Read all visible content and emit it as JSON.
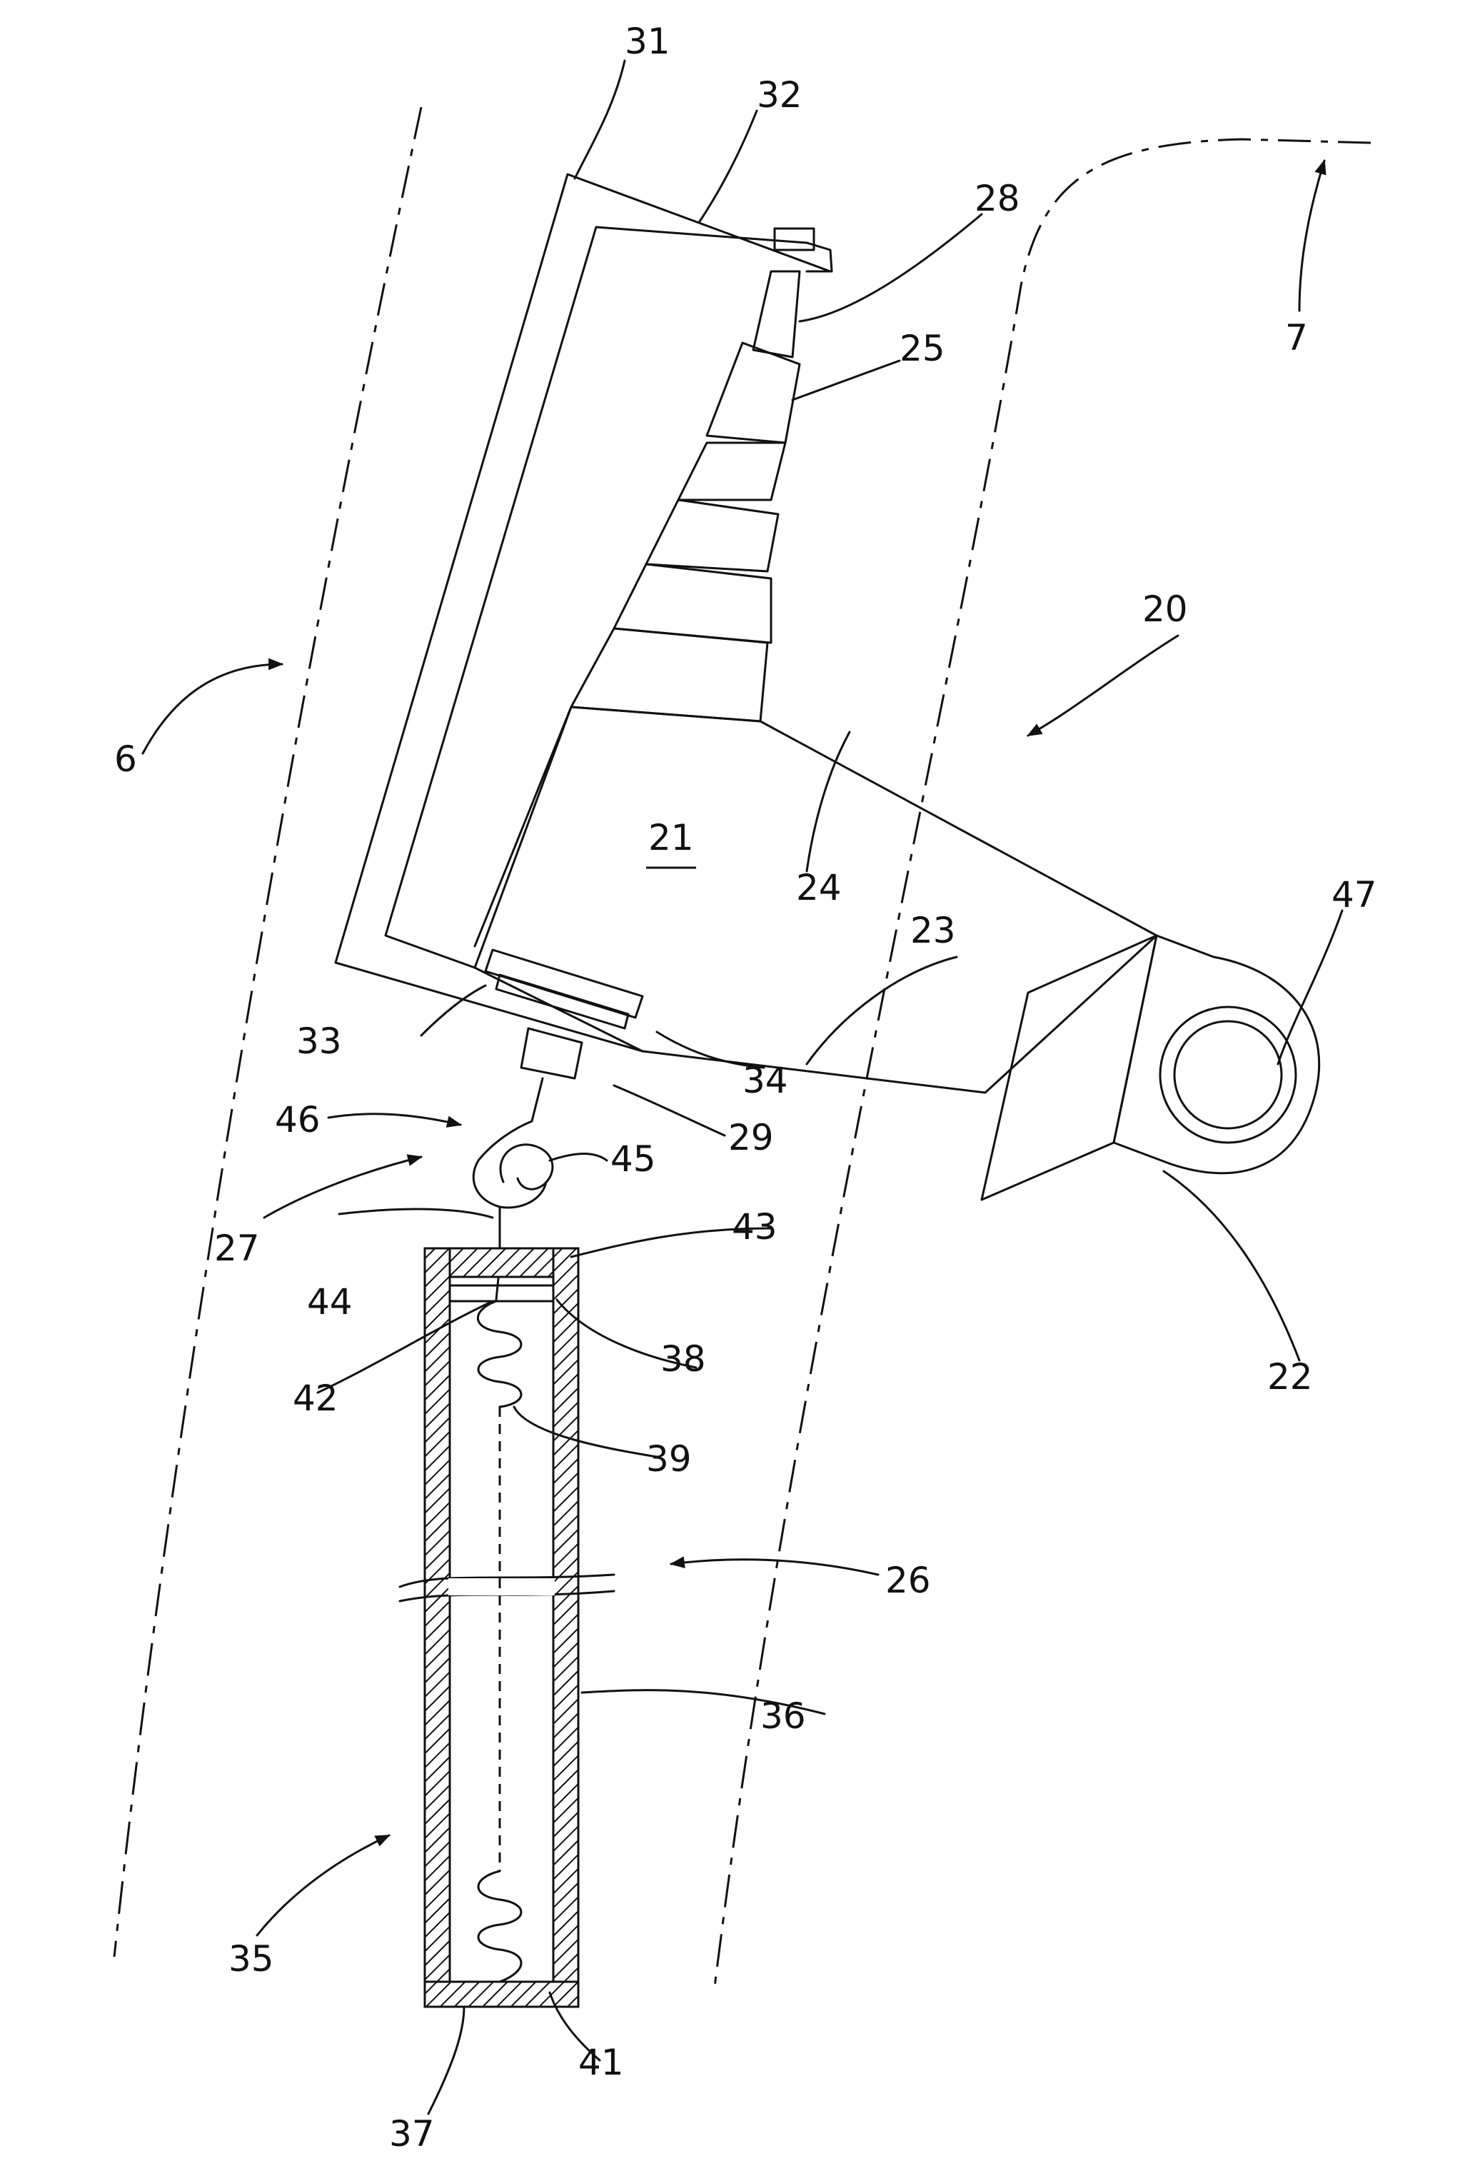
{
  "labels": {
    "l6": "6",
    "l7": "7",
    "l20": "20",
    "l21": "21",
    "l22": "22",
    "l23": "23",
    "l24": "24",
    "l25": "25",
    "l26": "26",
    "l27": "27",
    "l28": "28",
    "l29": "29",
    "l31": "31",
    "l32": "32",
    "l33": "33",
    "l34": "34",
    "l35": "35",
    "l36": "36",
    "l37": "37",
    "l38": "38",
    "l39": "39",
    "l41": "41",
    "l42": "42",
    "l43": "43",
    "l44": "44",
    "l45": "45",
    "l46": "46",
    "l47": "47"
  }
}
